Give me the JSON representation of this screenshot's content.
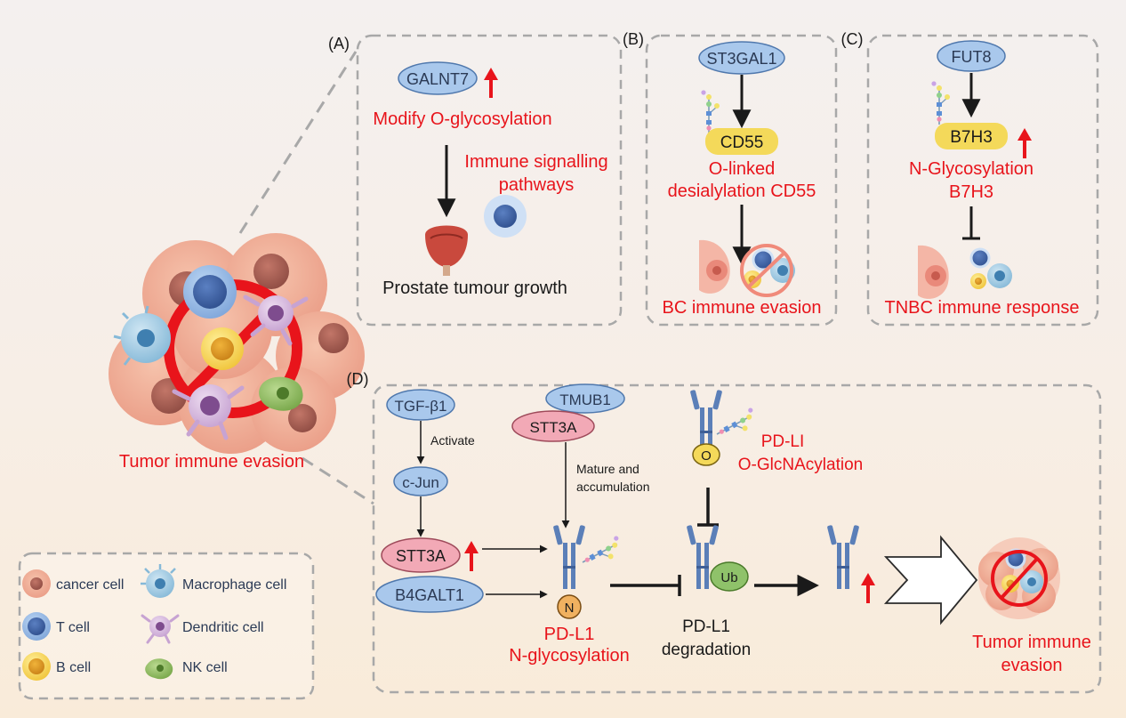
{
  "panels": {
    "a": {
      "letter": "(A)",
      "enzyme": "GALNT7",
      "effect": "Modify O-glycosylation",
      "pathway_line1": "Immune signalling",
      "pathway_line2": "pathways",
      "outcome": "Prostate tumour growth"
    },
    "b": {
      "letter": "(B)",
      "enzyme": "ST3GAL1",
      "target": "CD55",
      "effect_line1": "O-linked",
      "effect_line2": "desialylation CD55",
      "outcome": "BC immune evasion"
    },
    "c": {
      "letter": "(C)",
      "enzyme": "FUT8",
      "target": "B7H3",
      "effect_line1": "N-Glycosylation",
      "effect_line2": "B7H3",
      "outcome": "TNBC immune response"
    },
    "d": {
      "letter": "(D)",
      "tgf": "TGF-β1",
      "activate": "Activate",
      "cjun": "c-Jun",
      "stt3a": "STT3A",
      "b4galt1": "B4GALT1",
      "tmub1": "TMUB1",
      "stt3a_top": "STT3A",
      "mature_line1": "Mature and",
      "mature_line2": "accumulation",
      "n_label": "N",
      "pdl1_n_line1": "PD-L1",
      "pdl1_n_line2": "N-glycosylation",
      "o_label": "O",
      "pdl1_o_line1": "PD-LI",
      "pdl1_o_line2": "O-GlcNAcylation",
      "ub": "Ub",
      "deg_line1": "PD-L1",
      "deg_line2": "degradation",
      "evasion_line1": "Tumor immune",
      "evasion_line2": "evasion"
    }
  },
  "cluster_label": "Tumor immune evasion",
  "legend": [
    "cancer cell",
    "Macrophage cell",
    "T cell",
    "Dendritic cell",
    "B cell",
    "NK cell"
  ],
  "colors": {
    "highlight_red": "#e8141b",
    "enzyme_blue": "#a9c8ec",
    "stt3a_pink": "#f2a9b6",
    "marker_yellow": "#f4d95a",
    "ub_green": "#8fc26a",
    "receptor_blue": "#5b7fb8",
    "dash_gray": "#a8a8a8"
  },
  "icons": [
    "up-arrow-icon",
    "tumor-cluster-icon",
    "prostate-icon",
    "breast-icon",
    "immune-cell-icon",
    "glycan-chain-icon",
    "pd-l1-receptor-icon",
    "hollow-arrow-icon",
    "mini-tumor-icon"
  ]
}
